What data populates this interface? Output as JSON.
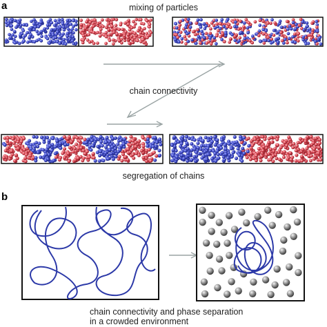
{
  "panel_a": {
    "letter": "a",
    "title": "mixing of particles",
    "middle_label": "chain connectivity",
    "bottom_label": "segregation of chains"
  },
  "panel_b": {
    "letter": "b",
    "caption_line1": "chain connectivity and phase separation",
    "caption_line2": "in a crowded environment"
  },
  "colors": {
    "blue_particle": "#3a45c4",
    "red_particle": "#d8434f",
    "chain_line": "#2c39a8",
    "arrow": "#9aa4a4",
    "crowder": "#7d7d7d",
    "frame": "#111111"
  }
}
